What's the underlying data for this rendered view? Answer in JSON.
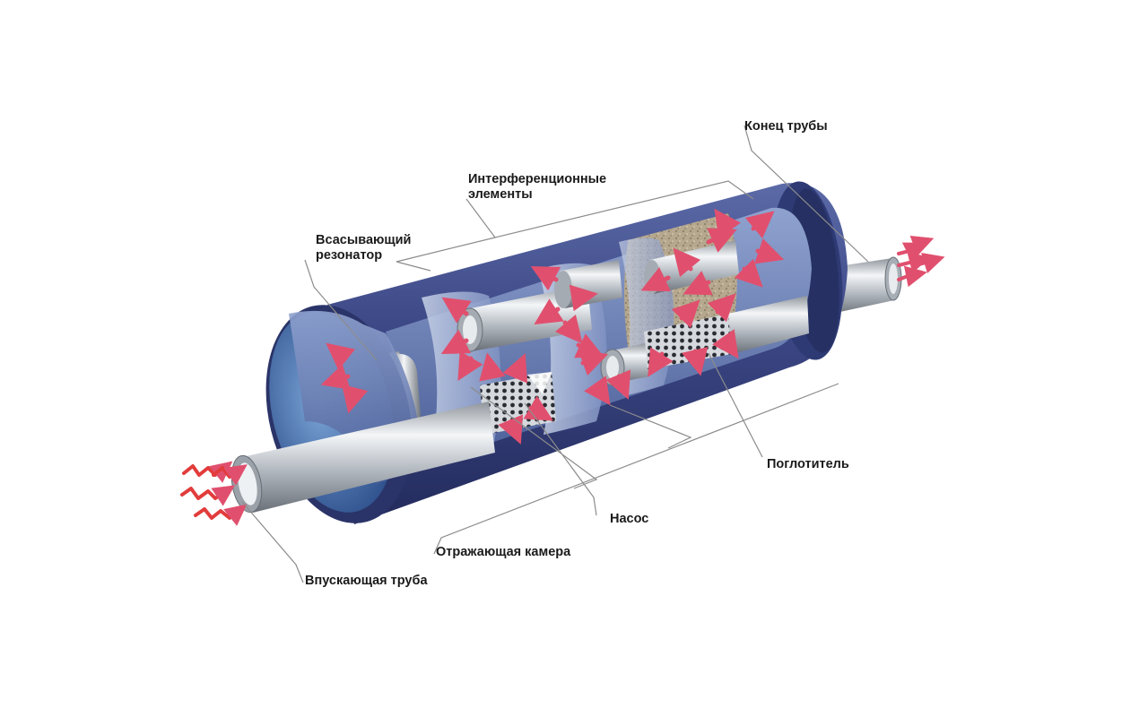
{
  "labels": {
    "pipe_end": "Конец трубы",
    "interference_1": "Интерференционные",
    "interference_2": "элементы",
    "suction_1": "Всасывающий",
    "suction_2": "резонатор",
    "absorber": "Поглотитель",
    "pump": "Насос",
    "reflect_chamber": "Отражающая камера",
    "inlet_pipe": "Впускающая труба"
  },
  "colors": {
    "casing": "#3f4a8c",
    "casing_end": "#4e76b6",
    "pipe": "#c3c9cf",
    "absorber": "#b3a58c",
    "flow_arrow": "#e0506e",
    "hot_gas": "#e23c3c"
  },
  "icons": {
    "flow": "arrow-icon",
    "gas": "zigzag-icon"
  }
}
